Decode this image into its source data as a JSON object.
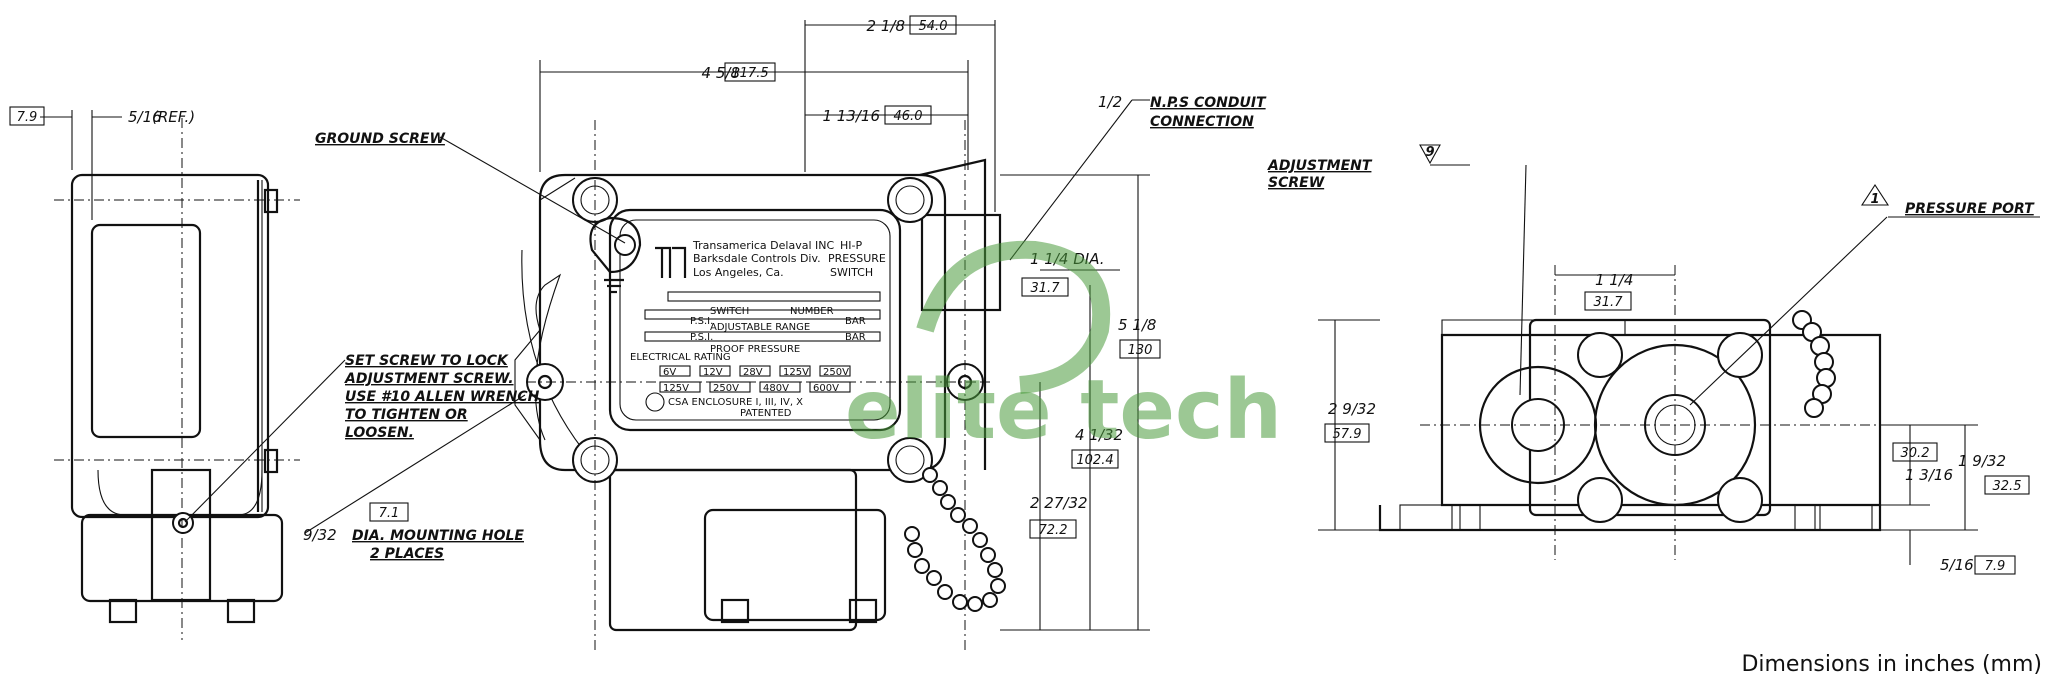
{
  "callouts": {
    "ground_screw": "GROUND SCREW",
    "set_screw": [
      "SET SCREW TO LOCK",
      "ADJUSTMENT SCREW.",
      "USE #10 ALLEN WRENCH",
      "TO TIGHTEN OR",
      "LOOSEN."
    ],
    "mounting_hole": [
      "DIA. MOUNTING HOLE",
      "2 PLACES"
    ],
    "conduit": [
      "N.P.S CONDUIT",
      "CONNECTION"
    ],
    "adjustment_screw": [
      "ADJUSTMENT",
      "SCREW"
    ],
    "pressure_port": "PRESSURE PORT",
    "flag_adjust": "9",
    "flag_pressure": "1"
  },
  "dimensions": {
    "left_ref_box": "7.9",
    "left_ref_frac": "5/16",
    "left_ref_note": "(REF.)",
    "top_width_frac": "2 1/8",
    "top_width_mm": "54.0",
    "overall_width_frac": "4 5/8",
    "overall_width_mm": "117.5",
    "port_offset_frac": "1 13/16",
    "port_offset_mm": "46.0",
    "conduit_size": "1/2",
    "conduit_dia_frac": "1 1/4 DIA.",
    "conduit_dia_mm": "31.7",
    "height_frac": "5 1/8",
    "height_mm": "130",
    "inner_height_frac": "4 1/32",
    "inner_height_mm": "102.4",
    "base_height_frac": "2 27/32",
    "base_height_mm": "72.2",
    "hole_dia_frac": "9/32",
    "hole_dia_mm": "7.1",
    "right_width_frac": "1 1/4",
    "right_width_mm": "31.7",
    "right_height_frac": "2 9/32",
    "right_height_mm": "57.9",
    "right_port_a_mm": "30.2",
    "right_port_a_frac": "1 3/16",
    "right_port_b_frac": "1 9/32",
    "right_port_b_mm": "32.5",
    "right_base_frac": "5/16",
    "right_base_mm": "7.9"
  },
  "nameplate": {
    "company": [
      "Transamerica Delaval INC",
      "Barksdale Controls Div.",
      "Los Angeles, Ca."
    ],
    "product": [
      "HI-P",
      "PRESSURE",
      "SWITCH"
    ],
    "rows": [
      "SWITCH",
      "NUMBER",
      "P.S.I.",
      "BAR",
      "ADJUSTABLE RANGE",
      "P.S.I.",
      "BAR"
    ],
    "proof": "PROOF PRESSURE",
    "rating": "ELECTRICAL RATING",
    "dc_volts": [
      "6V",
      "12V",
      "28V",
      "125V",
      "250V"
    ],
    "ac_volts": [
      "125V",
      "250V",
      "480V",
      "600V"
    ],
    "enclosure": "CSA ENCLOSURE I, III, IV, X",
    "patented": "PATENTED"
  },
  "watermark": "elite tech",
  "footer": "Dimensions in inches (mm)"
}
